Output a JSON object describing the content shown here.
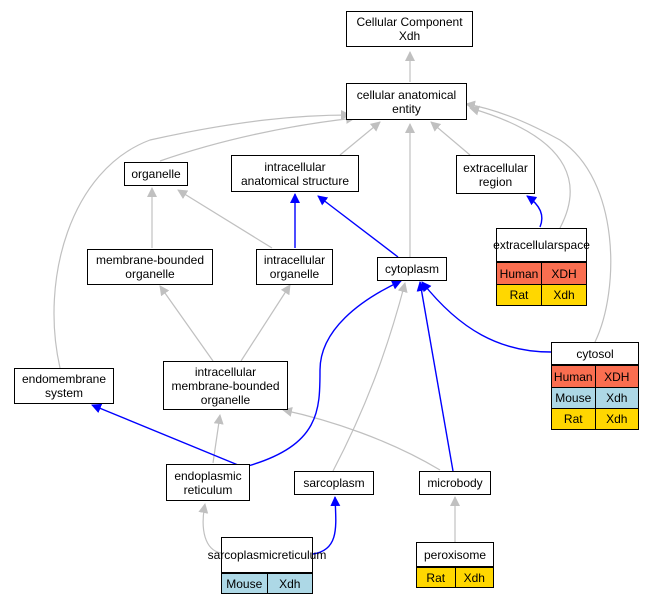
{
  "nodes": {
    "root": {
      "line1": "Cellular Component",
      "line2": "Xdh"
    },
    "cae": {
      "line1": "cellular anatomical",
      "line2": "entity"
    },
    "organelle": {
      "line1": "organelle"
    },
    "ias": {
      "line1": "intracellular",
      "line2": "anatomical structure"
    },
    "ecr": {
      "line1": "extracellular",
      "line2": "region"
    },
    "ecs": {
      "line1": "extracellular",
      "line2": "space",
      "genes": [
        {
          "species": "Human",
          "gene": "XDH"
        },
        {
          "species": "Rat",
          "gene": "Xdh"
        }
      ]
    },
    "mbo": {
      "line1": "membrane-bounded",
      "line2": "organelle"
    },
    "io": {
      "line1": "intracellular",
      "line2": "organelle"
    },
    "cytoplasm": {
      "line1": "cytoplasm"
    },
    "cytosol": {
      "line1": "cytosol",
      "genes": [
        {
          "species": "Human",
          "gene": "XDH"
        },
        {
          "species": "Mouse",
          "gene": "Xdh"
        },
        {
          "species": "Rat",
          "gene": "Xdh"
        }
      ]
    },
    "ems": {
      "line1": "endomembrane",
      "line2": "system"
    },
    "imbo": {
      "line1": "intracellular",
      "line2": "membrane-bounded",
      "line3": "organelle"
    },
    "er": {
      "line1": "endoplasmic",
      "line2": "reticulum"
    },
    "sarcoplasm": {
      "line1": "sarcoplasm"
    },
    "microbody": {
      "line1": "microbody"
    },
    "sr": {
      "line1": "sarcoplasmic",
      "line2": "reticulum",
      "genes": [
        {
          "species": "Mouse",
          "gene": "Xdh"
        }
      ]
    },
    "peroxisome": {
      "line1": "peroxisome",
      "genes": [
        {
          "species": "Rat",
          "gene": "Xdh"
        }
      ]
    }
  },
  "edge_colors": {
    "is_a": "#c0c0c0",
    "part_of": "#0000ff"
  },
  "species_colors": {
    "Human": "#fa6e50",
    "Mouse": "#add8e6",
    "Rat": "#ffd700"
  }
}
